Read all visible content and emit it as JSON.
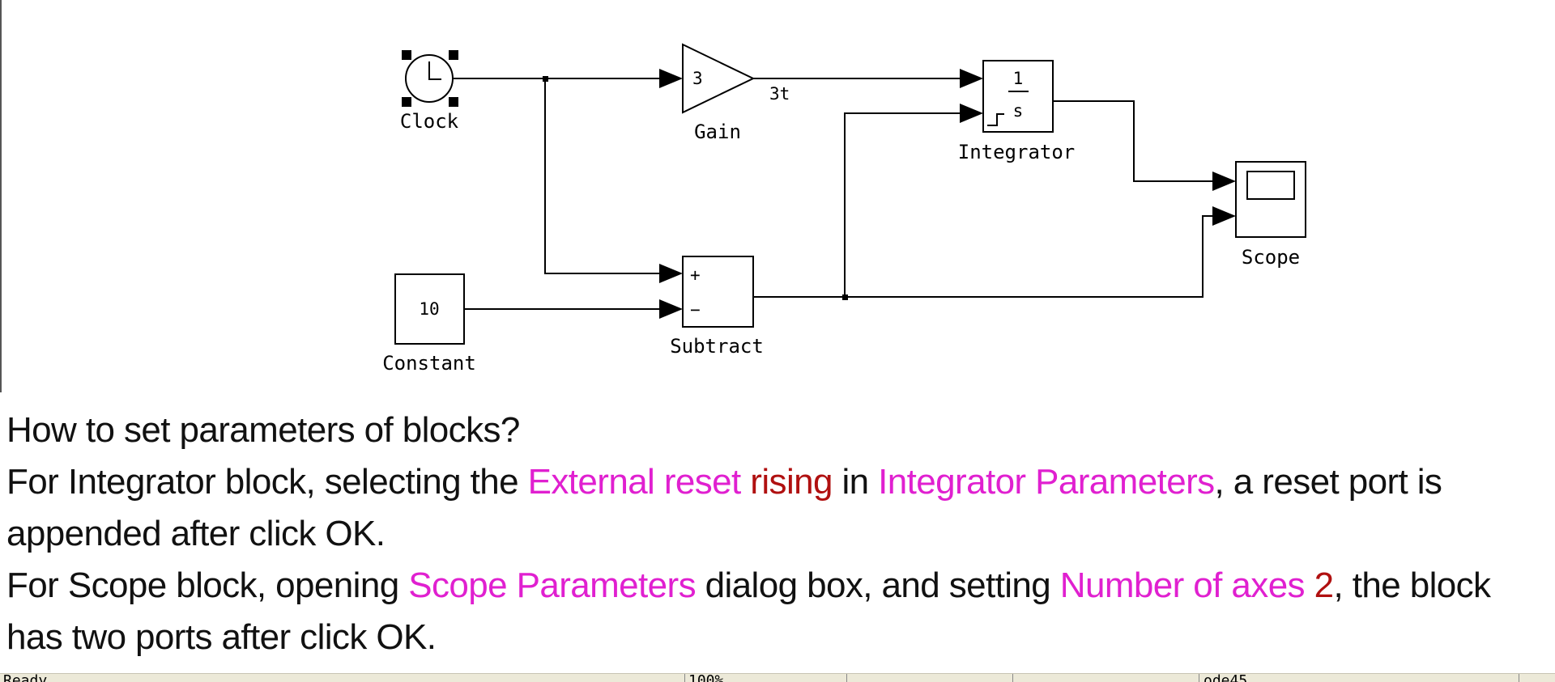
{
  "diagram": {
    "blocks": {
      "clock": {
        "label": "Clock"
      },
      "gain": {
        "value": "3",
        "label": "Gain",
        "output_signal": "3t"
      },
      "integrator": {
        "numerator": "1",
        "denominator": "s",
        "label": "Integrator"
      },
      "scope": {
        "label": "Scope"
      },
      "constant": {
        "value": "10",
        "label": "Constant"
      },
      "subtract": {
        "plus": "+",
        "minus": "−",
        "label": "Subtract"
      }
    }
  },
  "text": {
    "question": "How to set parameters of blocks?",
    "p1": {
      "a": "For Integrator block, selecting the ",
      "b": "External reset",
      "c": " rising",
      "d": " in ",
      "e": "Integrator Parameters",
      "f": ", a reset port is appended after click OK."
    },
    "p2": {
      "a": "For Scope block, opening ",
      "b": "Scope Parameters",
      "c": " dialog box, and setting ",
      "d": "Number of axes",
      "e": " 2",
      "f": ", the block has two ports after click OK."
    }
  },
  "status_bar": {
    "status": "Ready",
    "zoom": "100%",
    "solver": "ode45"
  },
  "colors": {
    "highlight_term": "#e020d0",
    "highlight_value": "#b01010"
  }
}
